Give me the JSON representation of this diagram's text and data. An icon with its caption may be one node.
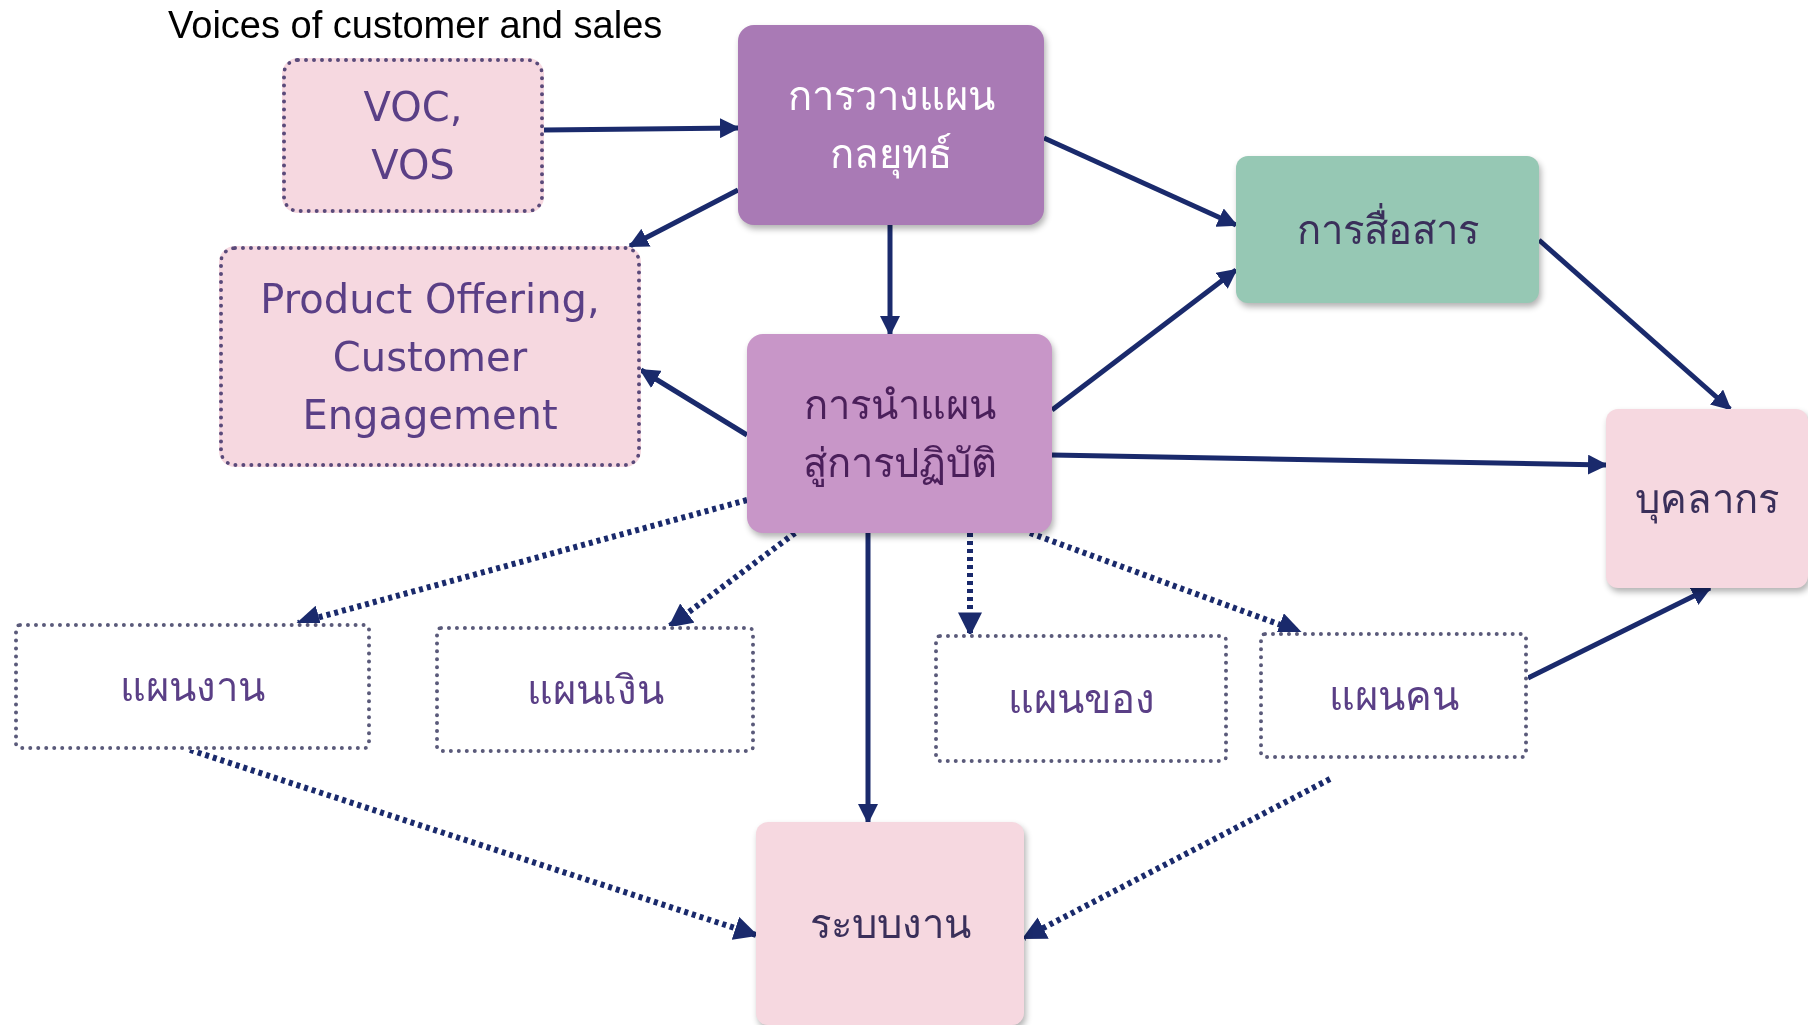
{
  "diagram": {
    "title": "Voices of customer and sales",
    "nodes": [
      {
        "text": [
          "VOC, VOS"
        ]
      },
      {
        "text": [
          "การวางแผน กลยุทธ์"
        ]
      },
      {
        "text": [
          "Product Offering, Customer Engagement"
        ]
      },
      {
        "text": [
          "การนำแผน สู่การปฏิบัติ"
        ]
      },
      {
        "text": [
          "การสื่อสาร"
        ]
      },
      {
        "text": [
          "บุคลากร"
        ]
      },
      {
        "text": [
          "แผนงาน"
        ]
      },
      {
        "text": [
          "แผนเงิน"
        ]
      },
      {
        "text": [
          "แผนของ"
        ]
      },
      {
        "text": [
          "แผนคน"
        ]
      },
      {
        "text": [
          "ระบบงาน"
        ]
      }
    ],
    "edges": [
      {
        "from": 0,
        "to": 1,
        "arrow": "to"
      },
      {
        "from": 1,
        "to": 2,
        "arrow": "to"
      },
      {
        "from": 1,
        "to": 3,
        "arrow": "to"
      },
      {
        "from": 1,
        "to": 4,
        "arrow": "to"
      },
      {
        "from": 3,
        "to": 2,
        "arrow": "to"
      },
      {
        "from": 3,
        "to": 4,
        "arrow": "to"
      },
      {
        "from": 3,
        "to": 5,
        "arrow": "to"
      },
      {
        "from": 4,
        "to": 5,
        "arrow": "to"
      },
      {
        "from": 3,
        "to": 6,
        "arrow": "to",
        "style": "dashed"
      },
      {
        "from": 3,
        "to": 7,
        "arrow": "to",
        "style": "dashed"
      },
      {
        "from": 3,
        "to": 10,
        "arrow": "to"
      },
      {
        "from": 3,
        "to": 8,
        "arrow": "to",
        "style": "dashed"
      },
      {
        "from": 3,
        "to": 9,
        "arrow": "to",
        "style": "dashed"
      },
      {
        "from": 9,
        "to": 5,
        "arrow": "to"
      },
      {
        "from": 6,
        "to": 10,
        "arrow": "to",
        "style": "dashed"
      },
      {
        "from": 9,
        "to": 10,
        "arrow": "to",
        "style": "dashed"
      }
    ]
  }
}
